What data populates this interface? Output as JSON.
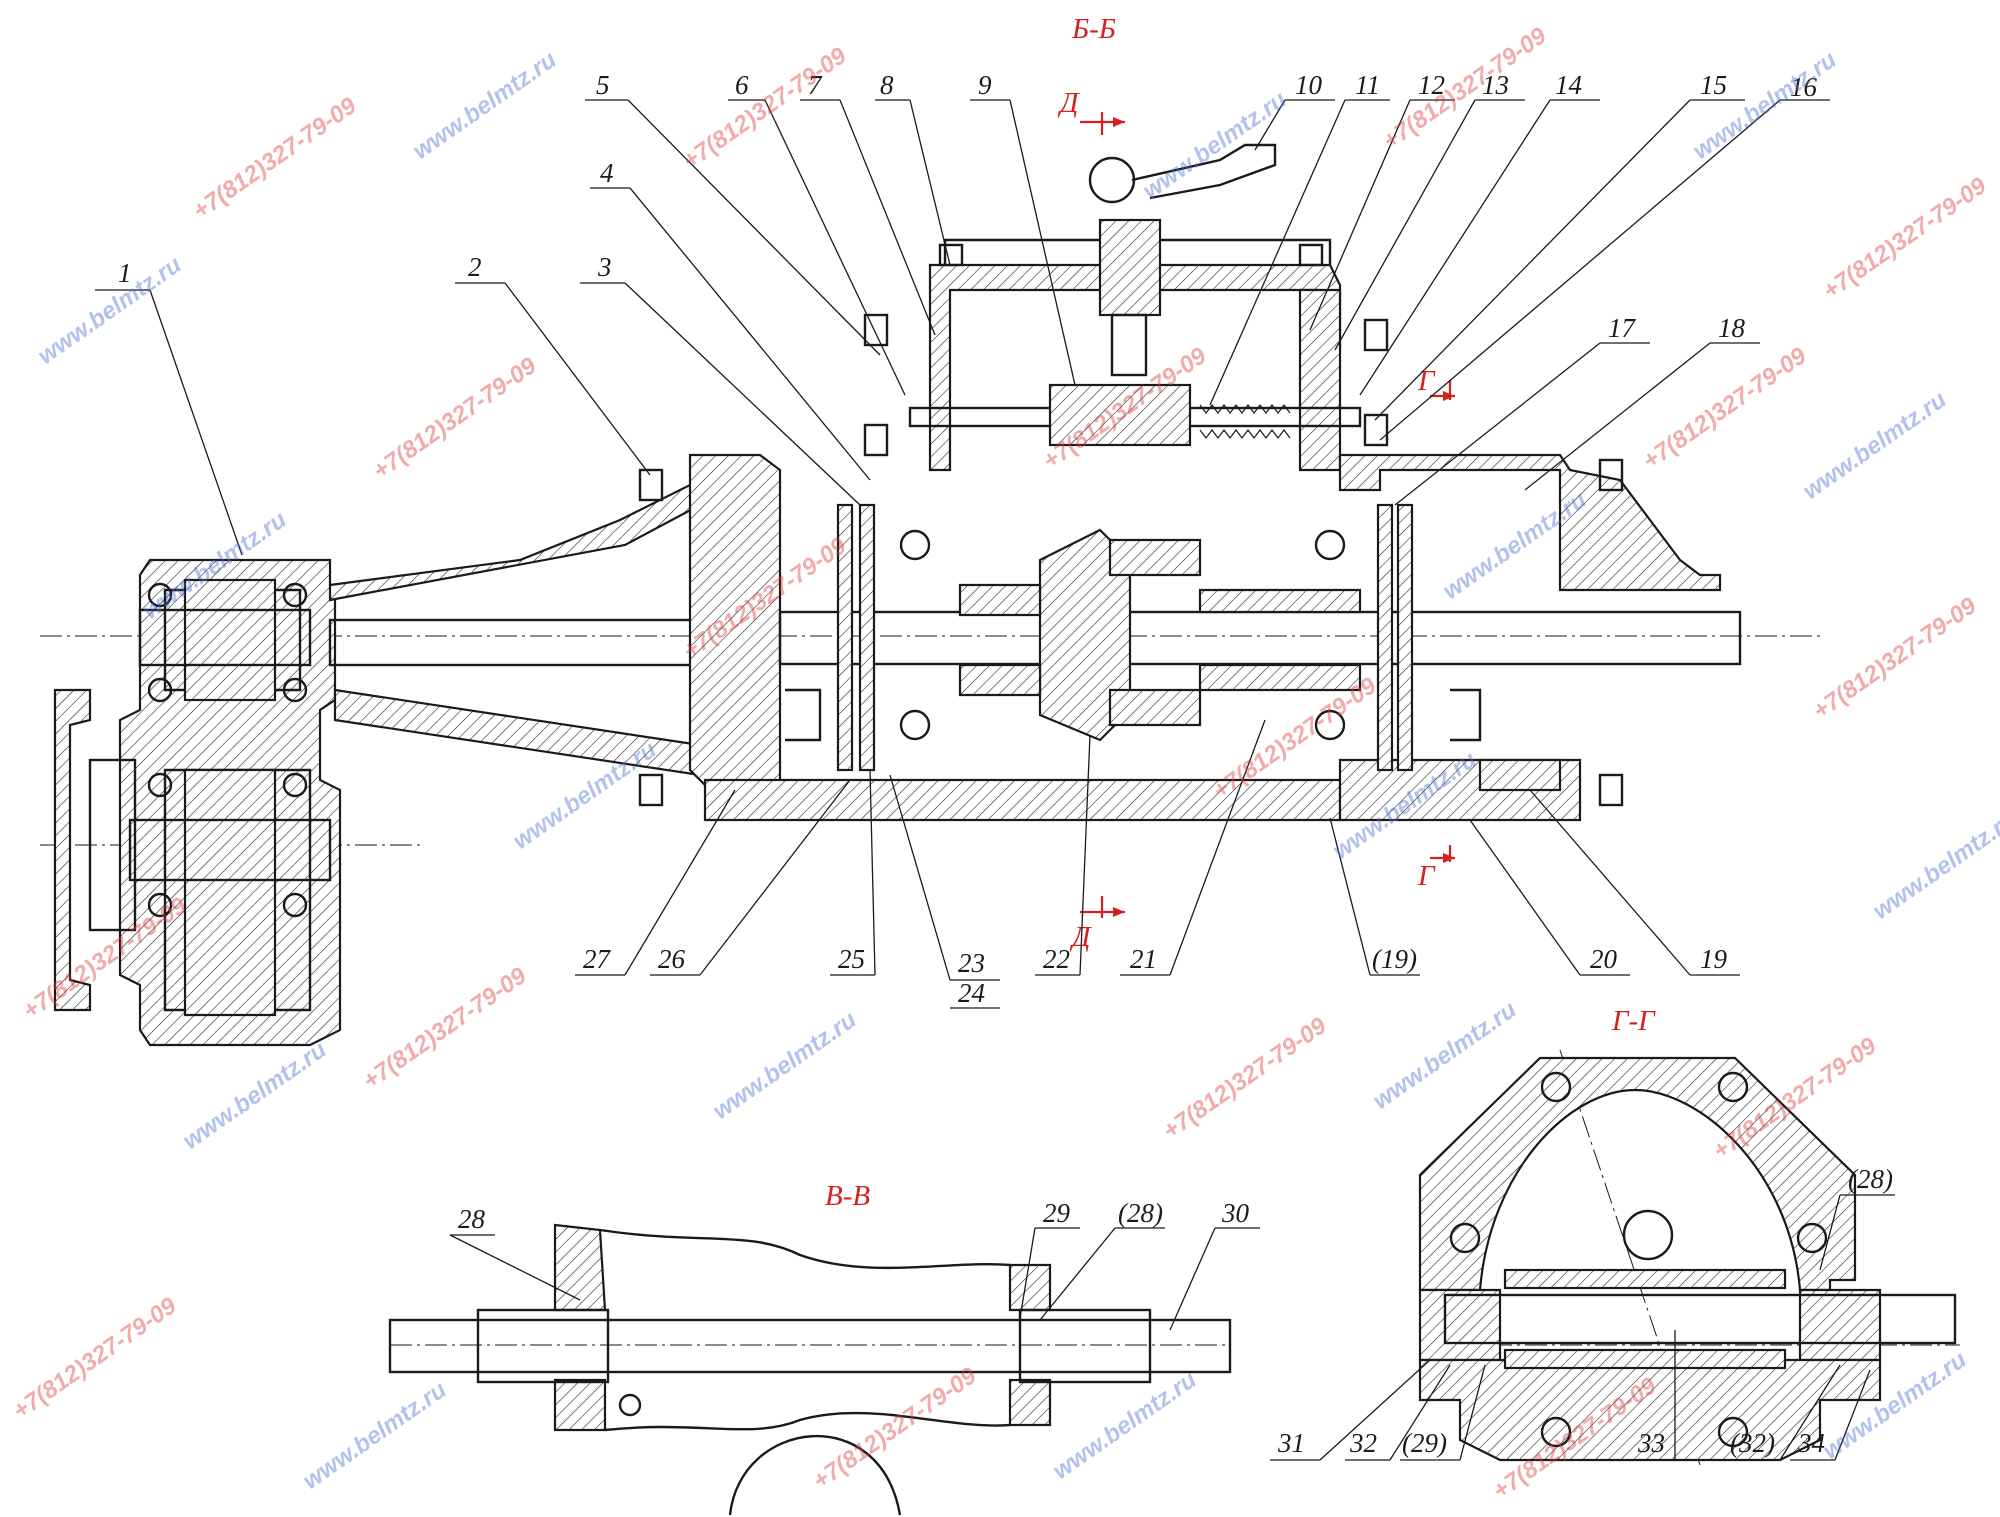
{
  "sections": {
    "bb": "Б-Б",
    "vv": "В-В",
    "gg": "Г-Г",
    "d_top": "Д",
    "d_bottom": "Д",
    "g_top": "Г",
    "g_bottom": "Г"
  },
  "callouts": {
    "c1": "1",
    "c2": "2",
    "c3": "3",
    "c4": "4",
    "c5": "5",
    "c6": "6",
    "c7": "7",
    "c8": "8",
    "c9": "9",
    "c10": "10",
    "c11": "11",
    "c12": "12",
    "c13": "13",
    "c14": "14",
    "c15": "15",
    "c16": "16",
    "c17": "17",
    "c18": "18",
    "c19": "19",
    "c19b": "(19)",
    "c20": "20",
    "c21": "21",
    "c22": "22",
    "c23": "23",
    "c24": "24",
    "c25": "25",
    "c26": "26",
    "c27": "27",
    "c28": "28",
    "c28b": "(28)",
    "c29": "29",
    "c30": "30",
    "c28c": "(28)",
    "c31": "31",
    "c32": "32",
    "c29b": "(29)",
    "c33": "33",
    "c32b": "(32)",
    "c34": "34"
  },
  "watermarks": {
    "site": "www.belmtz.ru",
    "phone": "+7(812)327-79-09"
  }
}
